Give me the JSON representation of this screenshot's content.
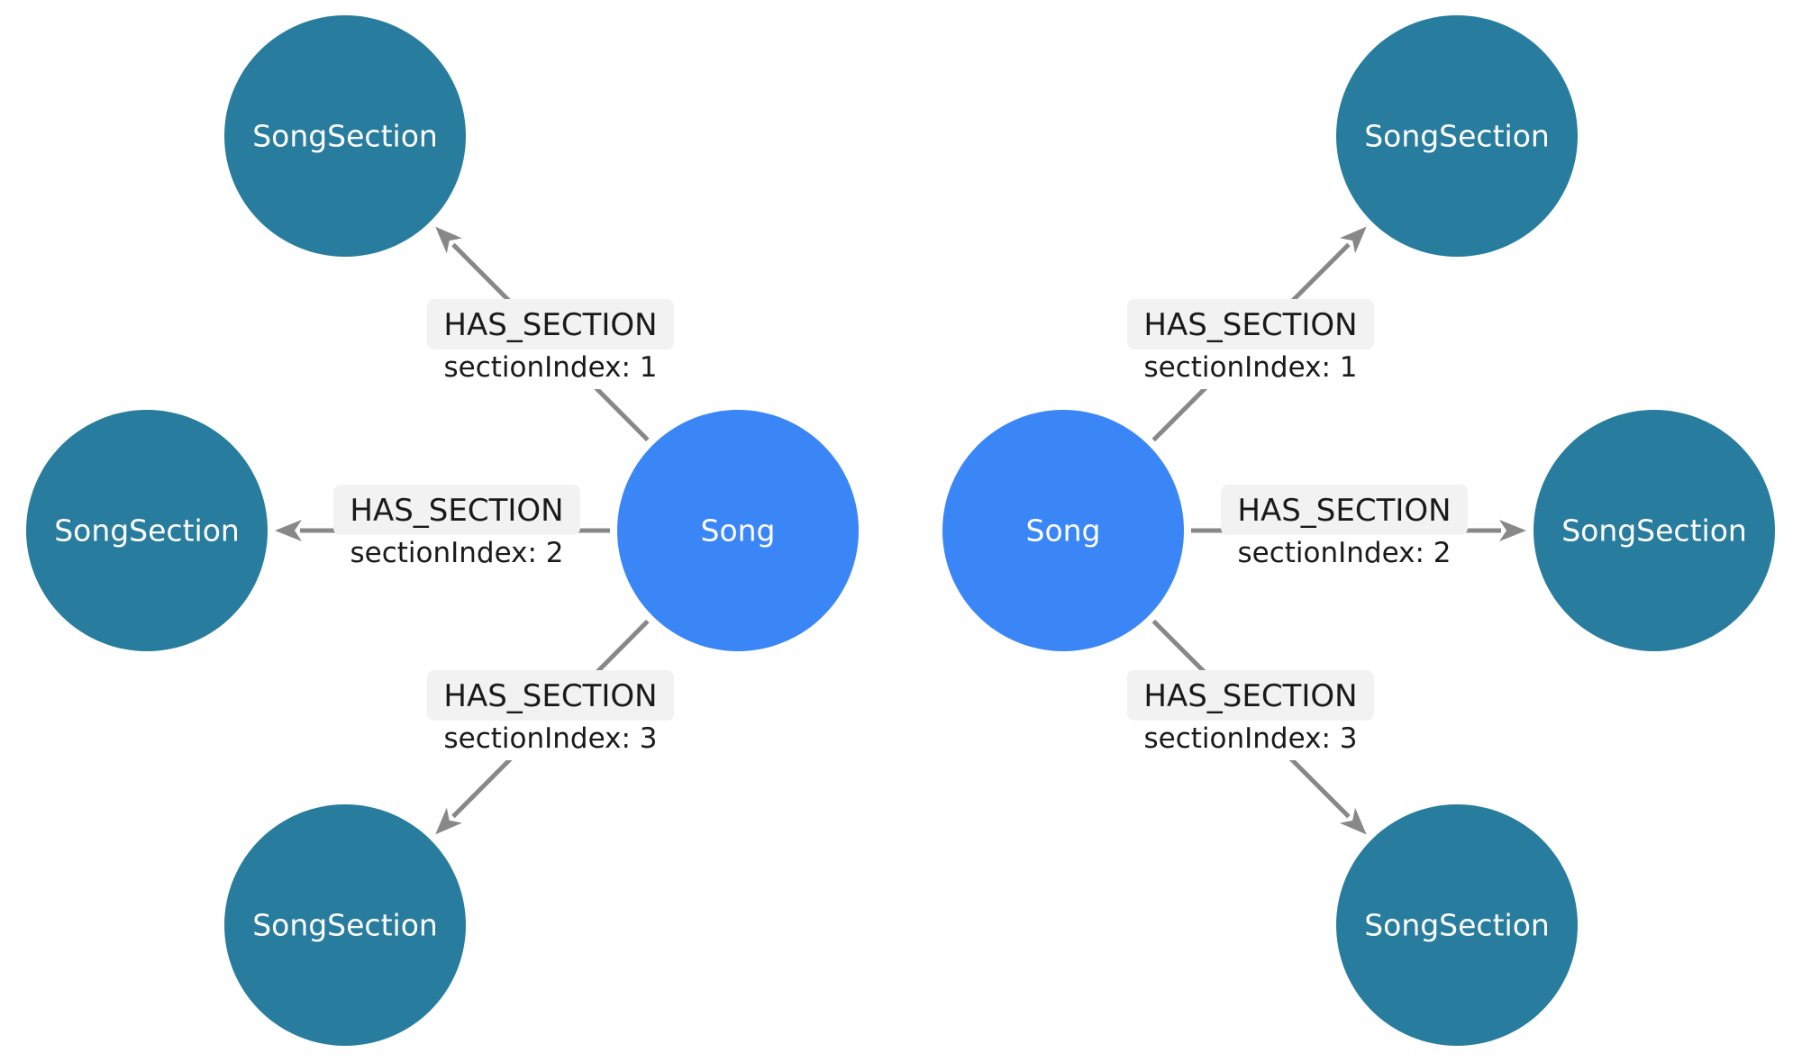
{
  "colors": {
    "song_node": "#3b86f7",
    "song_section_node": "#287c9e",
    "edge_line": "#888888",
    "edge_label_bg": "#f2f2f2",
    "text_dark": "#1a1a1a",
    "text_light": "#ffffff",
    "background": "#ffffff"
  },
  "graphs": [
    {
      "song": {
        "label": "Song"
      },
      "edges": [
        {
          "type": "HAS_SECTION",
          "property": "sectionIndex: 1",
          "target": {
            "label": "SongSection"
          }
        },
        {
          "type": "HAS_SECTION",
          "property": "sectionIndex: 2",
          "target": {
            "label": "SongSection"
          }
        },
        {
          "type": "HAS_SECTION",
          "property": "sectionIndex: 3",
          "target": {
            "label": "SongSection"
          }
        }
      ]
    },
    {
      "song": {
        "label": "Song"
      },
      "edges": [
        {
          "type": "HAS_SECTION",
          "property": "sectionIndex: 1",
          "target": {
            "label": "SongSection"
          }
        },
        {
          "type": "HAS_SECTION",
          "property": "sectionIndex: 2",
          "target": {
            "label": "SongSection"
          }
        },
        {
          "type": "HAS_SECTION",
          "property": "sectionIndex: 3",
          "target": {
            "label": "SongSection"
          }
        }
      ]
    }
  ]
}
